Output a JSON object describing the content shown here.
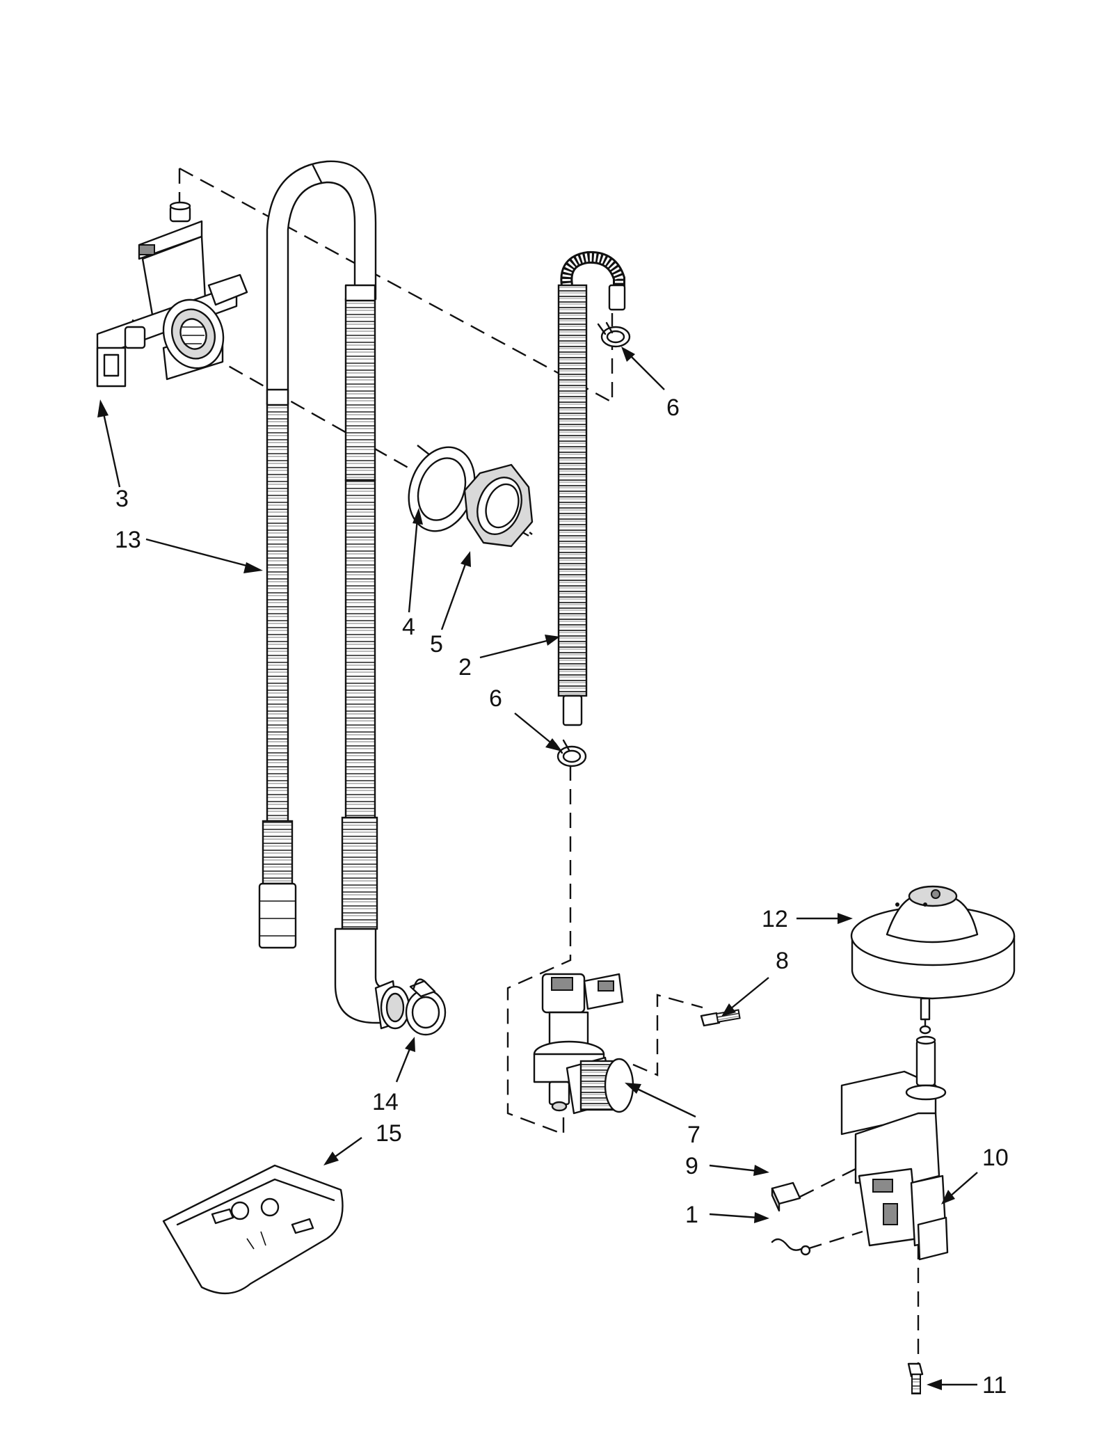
{
  "callouts": [
    {
      "id": "1",
      "text": "1"
    },
    {
      "id": "2",
      "text": "2"
    },
    {
      "id": "3",
      "text": "3"
    },
    {
      "id": "4",
      "text": "4"
    },
    {
      "id": "5",
      "text": "5"
    },
    {
      "id": "6a",
      "text": "6"
    },
    {
      "id": "6b",
      "text": "6"
    },
    {
      "id": "7",
      "text": "7"
    },
    {
      "id": "8",
      "text": "8"
    },
    {
      "id": "9",
      "text": "9"
    },
    {
      "id": "10",
      "text": "10"
    },
    {
      "id": "11",
      "text": "11"
    },
    {
      "id": "12",
      "text": "12"
    },
    {
      "id": "13",
      "text": "13"
    },
    {
      "id": "14",
      "text": "14"
    },
    {
      "id": "15",
      "text": "15"
    }
  ]
}
